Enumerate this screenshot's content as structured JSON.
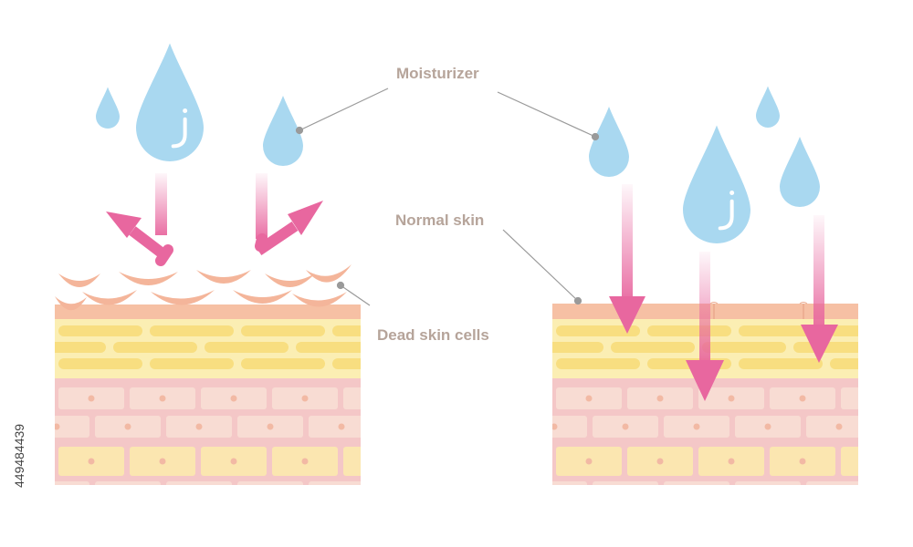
{
  "labels": {
    "moisturizer": "Moisturizer",
    "normal_skin": "Normal skin",
    "dead_skin_cells": "Dead skin cells"
  },
  "stock_id": "449484439",
  "colors": {
    "droplet": "#a9d8f0",
    "droplet_shine": "#ffffff",
    "arrow": "#e8679f",
    "dead_skin": "#f4b59a",
    "top_skin_layer": "#f6c0a4",
    "yellow_layer_bg": "#fbeeb3",
    "yellow_cells": "#f8de80",
    "pink_layer_bg": "#f4c7c7",
    "pink_cells": "#f8dcd3",
    "bottom_cells": "#fbe6b0",
    "nucleus": "#f2b9a4",
    "leader_line": "#9a9a9a",
    "label_text": "#b6a49a"
  }
}
